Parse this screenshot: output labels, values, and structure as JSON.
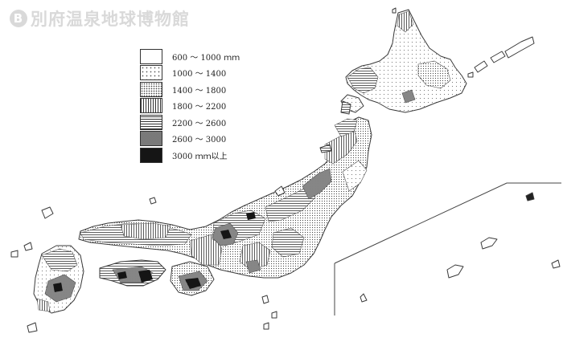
{
  "watermark": {
    "text": "別府温泉地球博物館",
    "logo_glyph": "B"
  },
  "legend": {
    "items": [
      {
        "label": "600 ～ 1000 ｍｍ",
        "pattern": "blank"
      },
      {
        "label": "1000 ～ 1400",
        "pattern": "fine-dots"
      },
      {
        "label": "1400 ～ 1800",
        "pattern": "dense-dots"
      },
      {
        "label": "1800 ～ 2200",
        "pattern": "vertical-lines"
      },
      {
        "label": "2200 ～ 2600",
        "pattern": "horizontal-lines"
      },
      {
        "label": "2600 ～ 3000",
        "pattern": "dark-stipple"
      },
      {
        "label": "3000 ｍｍ以上",
        "pattern": "solid"
      }
    ]
  }
}
